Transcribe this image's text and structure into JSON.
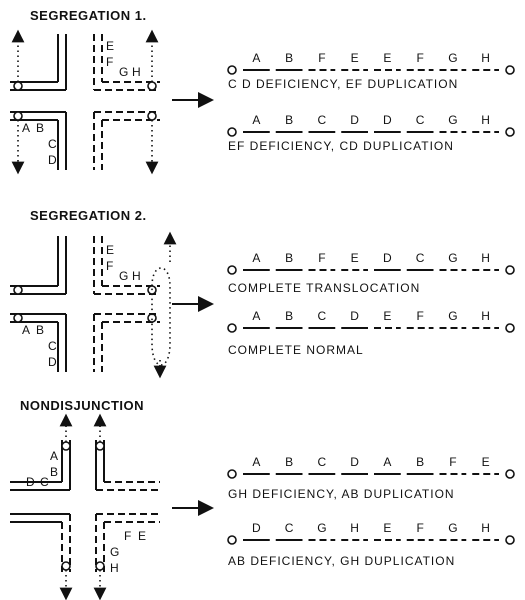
{
  "sections": [
    {
      "title": "SEGREGATION 1.",
      "cross_letters": [
        "E",
        "F",
        "G",
        "H",
        "A",
        "B",
        "C",
        "D"
      ],
      "results": [
        {
          "genes": [
            {
              "l": "A",
              "t": "solid"
            },
            {
              "l": "B",
              "t": "solid"
            },
            {
              "l": "F",
              "t": "dash"
            },
            {
              "l": "E",
              "t": "dash"
            },
            {
              "l": "E",
              "t": "dash"
            },
            {
              "l": "F",
              "t": "dash"
            },
            {
              "l": "G",
              "t": "dash"
            },
            {
              "l": "H",
              "t": "dash"
            }
          ],
          "caption": "C D DEFICIENCY, EF DUPLICATION"
        },
        {
          "genes": [
            {
              "l": "A",
              "t": "solid"
            },
            {
              "l": "B",
              "t": "solid"
            },
            {
              "l": "C",
              "t": "solid"
            },
            {
              "l": "D",
              "t": "solid"
            },
            {
              "l": "D",
              "t": "solid"
            },
            {
              "l": "C",
              "t": "solid"
            },
            {
              "l": "G",
              "t": "dash"
            },
            {
              "l": "H",
              "t": "dash"
            }
          ],
          "caption": "EF DEFICIENCY, CD DUPLICATION"
        }
      ]
    },
    {
      "title": "SEGREGATION 2.",
      "cross_letters": [
        "E",
        "F",
        "G",
        "H",
        "A",
        "B",
        "C",
        "D"
      ],
      "results": [
        {
          "genes": [
            {
              "l": "A",
              "t": "solid"
            },
            {
              "l": "B",
              "t": "solid"
            },
            {
              "l": "F",
              "t": "dash"
            },
            {
              "l": "E",
              "t": "dash"
            },
            {
              "l": "D",
              "t": "solid"
            },
            {
              "l": "C",
              "t": "solid"
            },
            {
              "l": "G",
              "t": "dash"
            },
            {
              "l": "H",
              "t": "dash"
            }
          ],
          "caption": "COMPLETE TRANSLOCATION"
        },
        {
          "genes": [
            {
              "l": "A",
              "t": "solid"
            },
            {
              "l": "B",
              "t": "solid"
            },
            {
              "l": "C",
              "t": "solid"
            },
            {
              "l": "D",
              "t": "solid"
            },
            {
              "l": "E",
              "t": "dash"
            },
            {
              "l": "F",
              "t": "dash"
            },
            {
              "l": "G",
              "t": "dash"
            },
            {
              "l": "H",
              "t": "dash"
            }
          ],
          "caption": "COMPLETE NORMAL"
        }
      ]
    },
    {
      "title": "NONDISJUNCTION",
      "cross_letters": [
        "D",
        "C",
        "A",
        "B",
        "F",
        "E",
        "G",
        "H"
      ],
      "results": [
        {
          "genes": [
            {
              "l": "A",
              "t": "solid"
            },
            {
              "l": "B",
              "t": "solid"
            },
            {
              "l": "C",
              "t": "solid"
            },
            {
              "l": "D",
              "t": "solid"
            },
            {
              "l": "A",
              "t": "solid"
            },
            {
              "l": "B",
              "t": "solid"
            },
            {
              "l": "F",
              "t": "dash"
            },
            {
              "l": "E",
              "t": "dash"
            }
          ],
          "caption": "GH DEFICIENCY, AB DUPLICATION"
        },
        {
          "genes": [
            {
              "l": "D",
              "t": "solid"
            },
            {
              "l": "C",
              "t": "solid"
            },
            {
              "l": "G",
              "t": "dash"
            },
            {
              "l": "H",
              "t": "dash"
            },
            {
              "l": "E",
              "t": "dash"
            },
            {
              "l": "F",
              "t": "dash"
            },
            {
              "l": "G",
              "t": "dash"
            },
            {
              "l": "H",
              "t": "dash"
            }
          ],
          "caption": "AB DEFICIENCY, GH DUPLICATION"
        }
      ]
    }
  ]
}
